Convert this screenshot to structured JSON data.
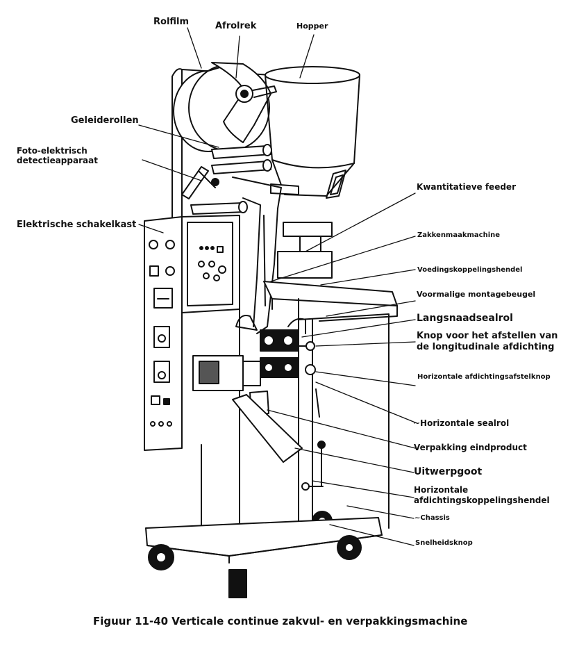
{
  "labels": {
    "rolfilm": "Rolfilm",
    "afrolrek": "Afrolrek",
    "hopper": "Hopper",
    "geleiderollen": "Geleiderollen",
    "foto_elektrisch": "Foto-elektrisch",
    "detectieapparaat": "detectieapparaat",
    "elektrische_schakelkast": "Elektrische schakelkast",
    "kwantitatieve_feeder": "Kwantitatieve feeder",
    "zakkenmaakmachine": "Zakkenmaakmachine",
    "voedingskoppelingshendel": "Voedingskoppelingshendel",
    "voormalige_montagebeugel": "Voormalige montagebeugel",
    "langsnaadsealrol": "Langsnaadsealrol",
    "knop_afstellen_1": "Knop voor het afstellen van",
    "knop_afstellen_2": "de longitudinale afdichting",
    "horizontale_afdichtingsafstelknop": "Horizontale afdichtingsafstelknop",
    "horizontale_sealrol": "~Horizontale sealrol",
    "verpakking_eindproduct": "Verpakking eindproduct",
    "uitwerpgoot": "Uitwerpgoot",
    "horizontale_koppeling_1": "Horizontale",
    "horizontale_koppeling_2": "afdichtingskoppelingshendel",
    "chassis": "~Chassis",
    "snelheidsknop": "Snelheidsknop"
  },
  "caption": "Figuur 11-40 Verticale continue zakvul- en verpakkingsmachine"
}
